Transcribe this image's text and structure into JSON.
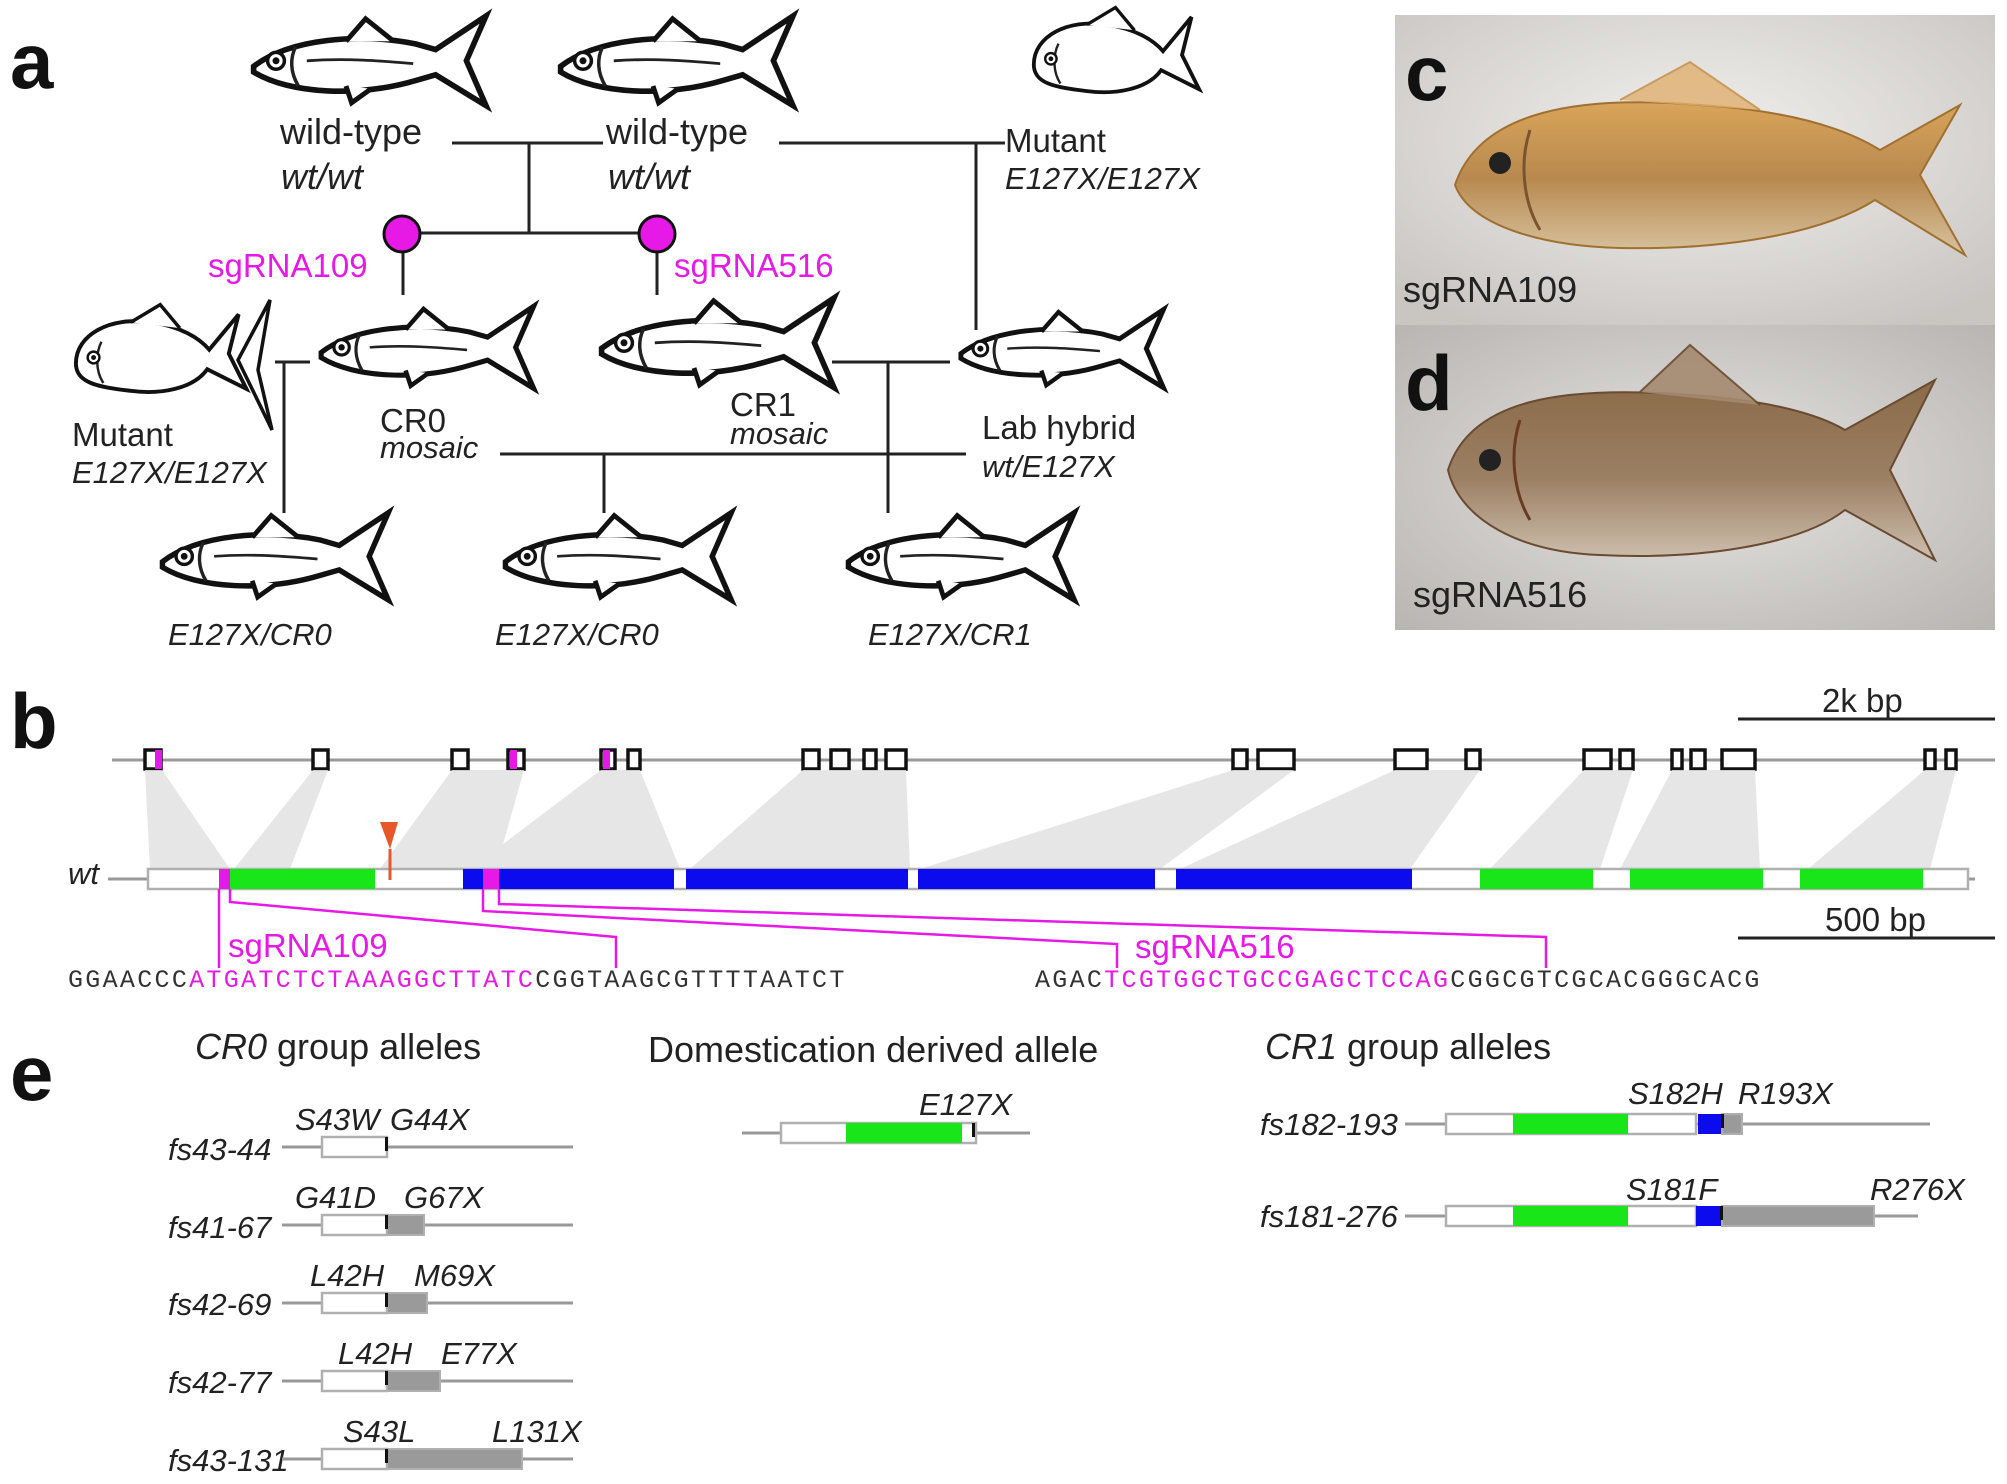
{
  "panels": {
    "a": "a",
    "b": "b",
    "c": "c",
    "d": "d",
    "e": "e"
  },
  "pedigree": {
    "wt1_name": "wild-type",
    "wt1_geno": "wt/wt",
    "wt2_name": "wild-type",
    "wt2_geno": "wt/wt",
    "mut_top_name": "Mutant",
    "mut_top_geno": "E127X/E127X",
    "sg109": "sgRNA109",
    "sg516": "sgRNA516",
    "mut_left_name": "Mutant",
    "mut_left_geno": "E127X/E127X",
    "cr0_name": "CR0",
    "cr0_note": "mosaic",
    "cr1_name": "CR1",
    "cr1_note": "mosaic",
    "lab_name": "Lab hybrid",
    "lab_geno": "wt/E127X",
    "off1": "E127X/CR0",
    "off2": "E127X/CR0",
    "off3": "E127X/CR1"
  },
  "photos": {
    "c_label": "sgRNA109",
    "d_label": "sgRNA516"
  },
  "gene": {
    "scale_top": "2k bp",
    "scale_bottom": "500 bp",
    "wt_label": "wt",
    "sg109": "sgRNA109",
    "sg516": "sgRNA516",
    "seq1_pre": "GGAACCC",
    "seq1_target": "ATGATCTCTAAAGGCTTATC",
    "seq1_post": "CGGTAAGCGTTTTAATCT",
    "seq2_pre": "AGAC",
    "seq2_target": "TCGTGGCTGCCGAGCTCCAG",
    "seq2_post": "CGGCGTCGCACGGGCACG"
  },
  "alleles": {
    "cr0_title_italic": "CR0",
    "cr0_title_rest": " group alleles",
    "dom_title": "Domestication derived allele",
    "cr1_title_italic": "CR1",
    "cr1_title_rest": " group alleles",
    "cr0": [
      {
        "name": "fs43-44",
        "m1": "S43W",
        "m2": "G44X"
      },
      {
        "name": "fs41-67",
        "m1": "G41D",
        "m2": "G67X"
      },
      {
        "name": "fs42-69",
        "m1": "L42H",
        "m2": "M69X"
      },
      {
        "name": "fs42-77",
        "m1": "L42H",
        "m2": "E77X"
      },
      {
        "name": "fs43-131",
        "m1": "S43L",
        "m2": "L131X"
      }
    ],
    "dom": {
      "m1": "E127X"
    },
    "cr1": [
      {
        "name": "fs182-193",
        "m1": "S182H",
        "m2": "R193X"
      },
      {
        "name": "fs181-276",
        "m1": "S181F",
        "m2": "R276X"
      }
    ]
  },
  "colors": {
    "magenta": "#e619e6",
    "green": "#19e619",
    "blue": "#0b0bee",
    "orange": "#e8572a",
    "grey": "#9a9a9a"
  }
}
